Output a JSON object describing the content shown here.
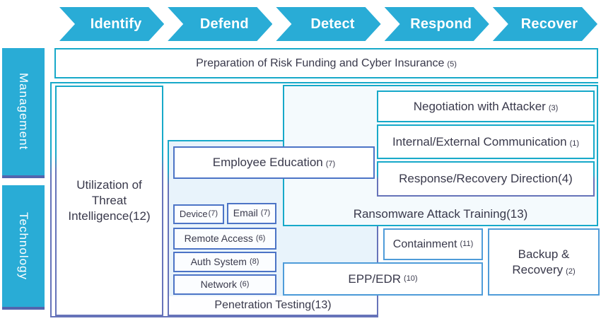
{
  "colors": {
    "arrow_fill": "#29ACD6",
    "management_border": "#17A9C9",
    "technology_border": "#6673B9",
    "item_border_blue": "#4C74C6",
    "item_border_lightblue": "#4F9CD9",
    "bar_bottom_strip": "#5265AE",
    "text": "#39394B",
    "container_fill": "#E8F3FB"
  },
  "phases": [
    "Identify",
    "Defend",
    "Detect",
    "Respond",
    "Recover"
  ],
  "rows": {
    "management": "Management",
    "technology": "Technology"
  },
  "boxes": {
    "preparation": {
      "label": "Preparation of Risk Funding and Cyber Insurance",
      "count": "(5)"
    },
    "utilization": {
      "label": "Utilization of Threat Intelligence",
      "count": "(12)"
    },
    "employee_education": {
      "label": "Employee Education",
      "count": "(7)"
    },
    "device": {
      "label": "Device",
      "count": "(7)"
    },
    "email": {
      "label": "Email",
      "count": "(7)"
    },
    "remote_access": {
      "label": "Remote Access",
      "count": "(6)"
    },
    "auth_system": {
      "label": "Auth System",
      "count": "(8)"
    },
    "network": {
      "label": "Network",
      "count": "(6)"
    },
    "penetration_testing": {
      "label": "Penetration Testing",
      "count": "(13)"
    },
    "ransomware_training": {
      "label": "Ransomware Attack Training",
      "count": "(13)"
    },
    "negotiation": {
      "label": "Negotiation with Attacker",
      "count": "(3)"
    },
    "internal_external": {
      "label": "Internal/External Communication",
      "count": "(1)"
    },
    "response_recovery": {
      "label": "Response/Recovery Direction",
      "count": "(4)"
    },
    "containment": {
      "label": "Containment",
      "count": "(11)"
    },
    "epp_edr": {
      "label": "EPP/EDR",
      "count": "(10)"
    },
    "backup_recovery": {
      "label": "Backup & Recovery",
      "count": "(2)"
    }
  }
}
